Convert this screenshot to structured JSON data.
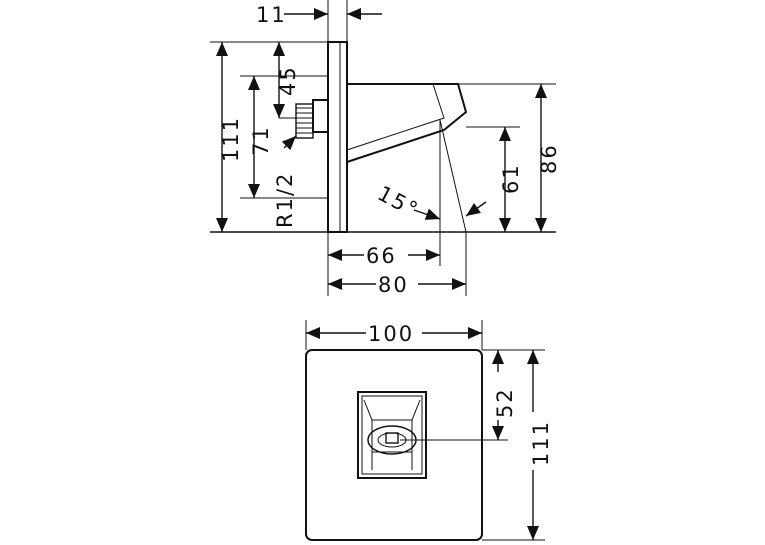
{
  "side_view": {
    "wall_thickness": "11",
    "height_total": "111",
    "upper_offset": "45",
    "thread_height": "71",
    "thread_size": "R1/2",
    "spout_angle": "15°",
    "spout_outlet_height": "61",
    "spout_height": "86",
    "projection_to_outlet": "66",
    "projection_total": "80"
  },
  "front_view": {
    "plate_width": "100",
    "outlet_height": "52",
    "plate_height": "111"
  }
}
